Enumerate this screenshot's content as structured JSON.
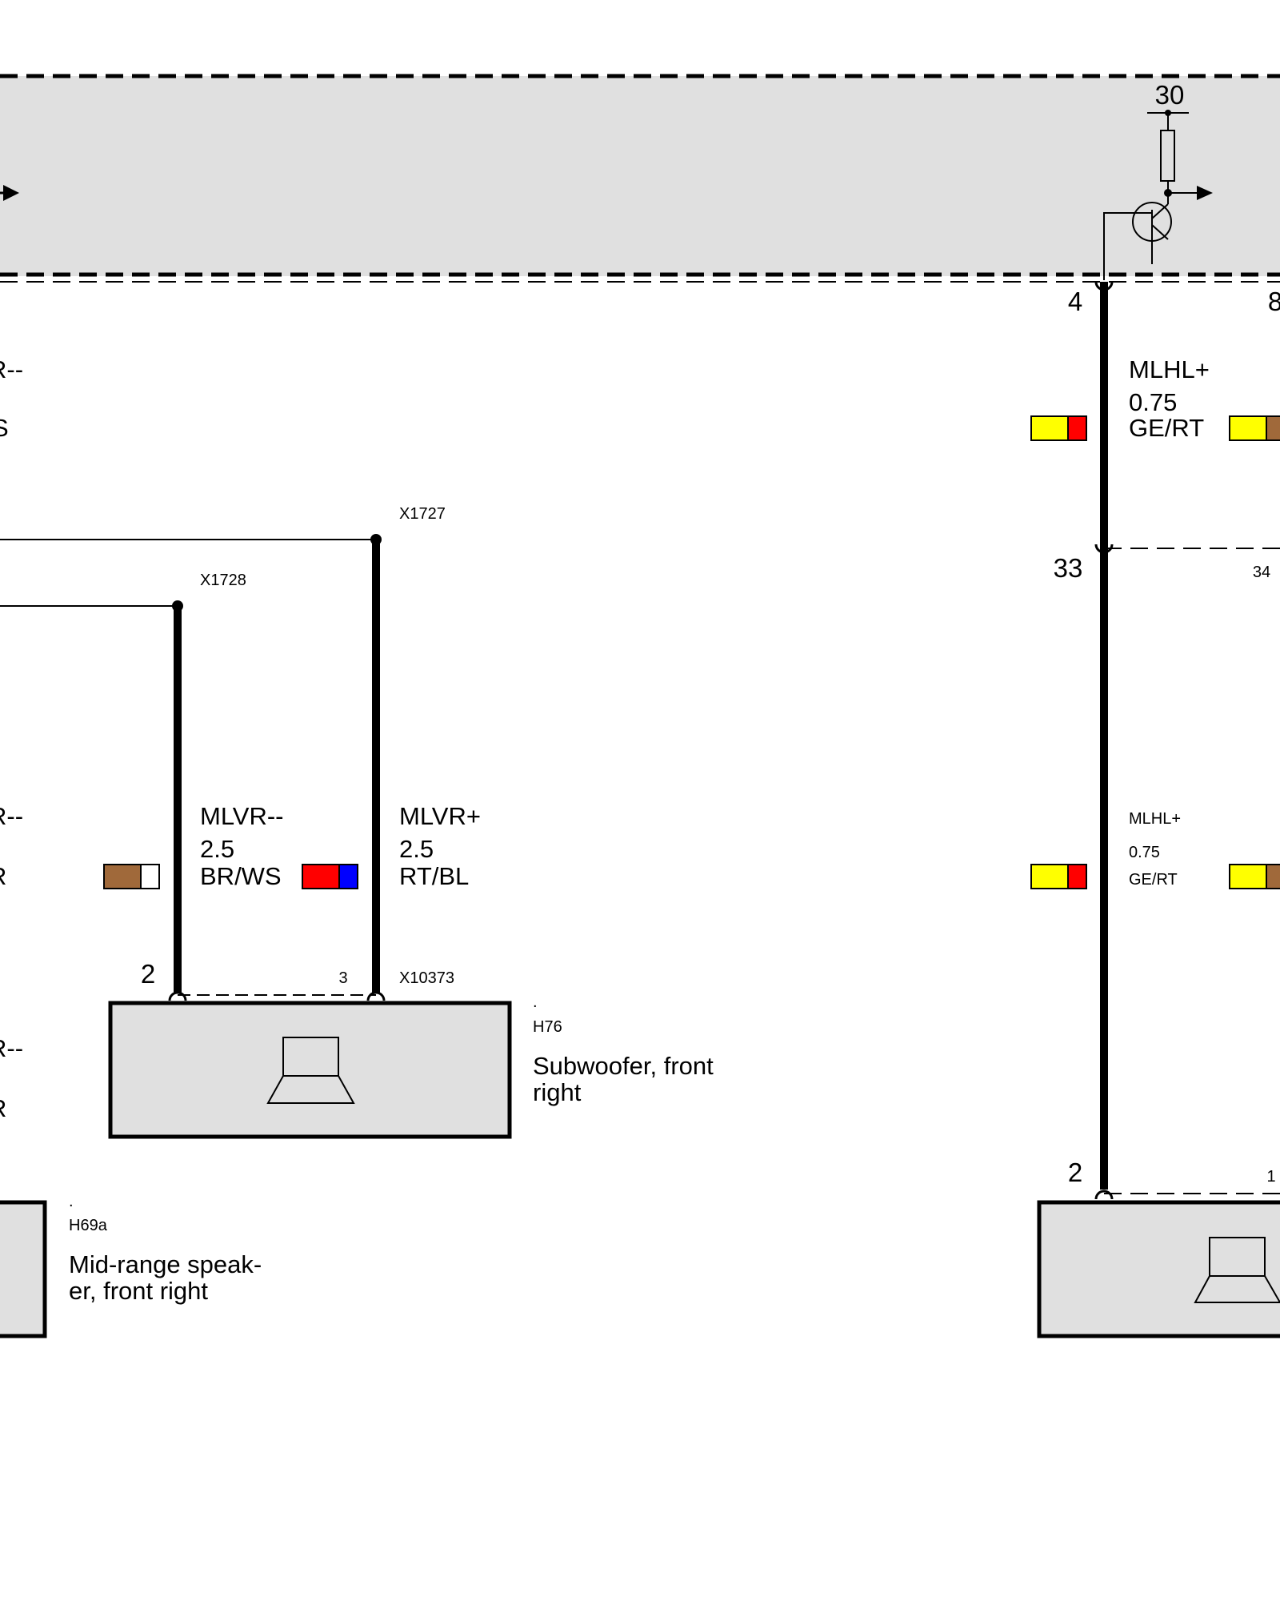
{
  "control_unit": {
    "supply_terminal": "30",
    "pins": {
      "pin_left": "4",
      "pin_right": "8"
    }
  },
  "wires": {
    "left_partial_top": {
      "name": "R--",
      "color_code": "S"
    },
    "left_partial_mid": {
      "name": "R--",
      "color_code": "R"
    },
    "left_partial_low": {
      "name": "R--",
      "color_code": "R"
    },
    "mlvr_minus": {
      "name": "MLVR--",
      "gauge": "2.5",
      "color_code": "BR/WS",
      "colors": [
        "#a0693a",
        "#ffffff"
      ]
    },
    "mlvr_plus": {
      "name": "MLVR+",
      "gauge": "2.5",
      "color_code": "RT/BL",
      "colors": [
        "#ff0000",
        "#0000ff"
      ]
    },
    "mlhl_plus_upper": {
      "name": "MLHL+",
      "gauge": "0.75",
      "color_code": "GE/RT",
      "colors": [
        "#ffff00",
        "#ff0000"
      ]
    },
    "mlhl_plus_lower": {
      "name": "MLHL+",
      "gauge": "0.75",
      "color_code": "GE/RT",
      "colors": [
        "#ffff00",
        "#ff0000"
      ]
    },
    "right_edge_swatch_colors": [
      "#ffff00",
      "#a0693a"
    ],
    "left_edge_swatch_colors": [
      "#a0693a",
      "#ffffff"
    ]
  },
  "connectors": {
    "x1727": "X1727",
    "x1728": "X1728",
    "x10373": "X10373",
    "pin_33": "33",
    "pin_34": "34",
    "h76_pin_2": "2",
    "h76_pin_3": "3",
    "right_pin_2": "2",
    "right_pin_1": "1"
  },
  "components": {
    "h76": {
      "dot": ".",
      "id": "H76",
      "label_line1": "Subwoofer, front",
      "label_line2": "right"
    },
    "h69a": {
      "dot": ".",
      "id": "H69a",
      "label_line1": "Mid-range speak-",
      "label_line2": "er, front right"
    }
  },
  "colors": {
    "module_fill": "#e0e0e0",
    "line": "#000000"
  }
}
